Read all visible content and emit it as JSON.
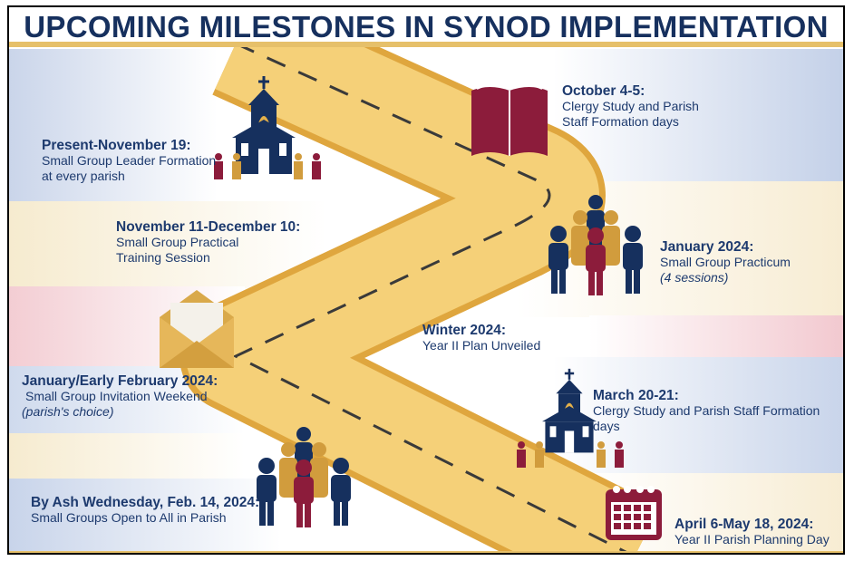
{
  "title": "UPCOMING MILESTONES IN SYNOD IMPLEMENTATION",
  "colors": {
    "navy": "#16305e",
    "gold": "#f2c75c",
    "road_edge": "#e5b24a",
    "maroon": "#8c1c3b",
    "band_blue": "#c7d3e8",
    "band_cream": "#f7ecd0",
    "band_pink": "#f3cdd3"
  },
  "milestones": [
    {
      "heading": "October 4-5:",
      "lines": [
        "Clergy Study and Parish",
        "Staff Formation days"
      ],
      "icon": "open-book-icon"
    },
    {
      "heading": "Present-November 19:",
      "lines": [
        "Small Group Leader Formation",
        "at every parish"
      ],
      "icon": "church-icon"
    },
    {
      "heading": "November 11-December 10:",
      "lines": [
        "Small Group Practical",
        "Training Session"
      ],
      "icon": ""
    },
    {
      "heading": "January 2024:",
      "lines": [
        "Small Group Practicum"
      ],
      "note": "(4 sessions)",
      "icon": "people-group-icon"
    },
    {
      "heading": "Winter 2024:",
      "lines": [
        "Year II Plan Unveiled"
      ],
      "icon": ""
    },
    {
      "heading": "January/Early February 2024:",
      "lines": [
        "Small Group Invitation Weekend"
      ],
      "note": "(parish's choice)",
      "icon": "envelope-icon"
    },
    {
      "heading": "March 20-21:",
      "lines": [
        "Clergy Study and Parish Staff Formation days"
      ],
      "icon": "church-icon"
    },
    {
      "heading": "By Ash Wednesday, Feb. 14, 2024:",
      "lines": [
        "Small Groups Open to All in Parish"
      ],
      "icon": "people-group-icon"
    },
    {
      "heading": "April 6-May 18, 2024:",
      "lines": [
        "Year II Parish Planning Day"
      ],
      "icon": "calendar-icon"
    }
  ]
}
